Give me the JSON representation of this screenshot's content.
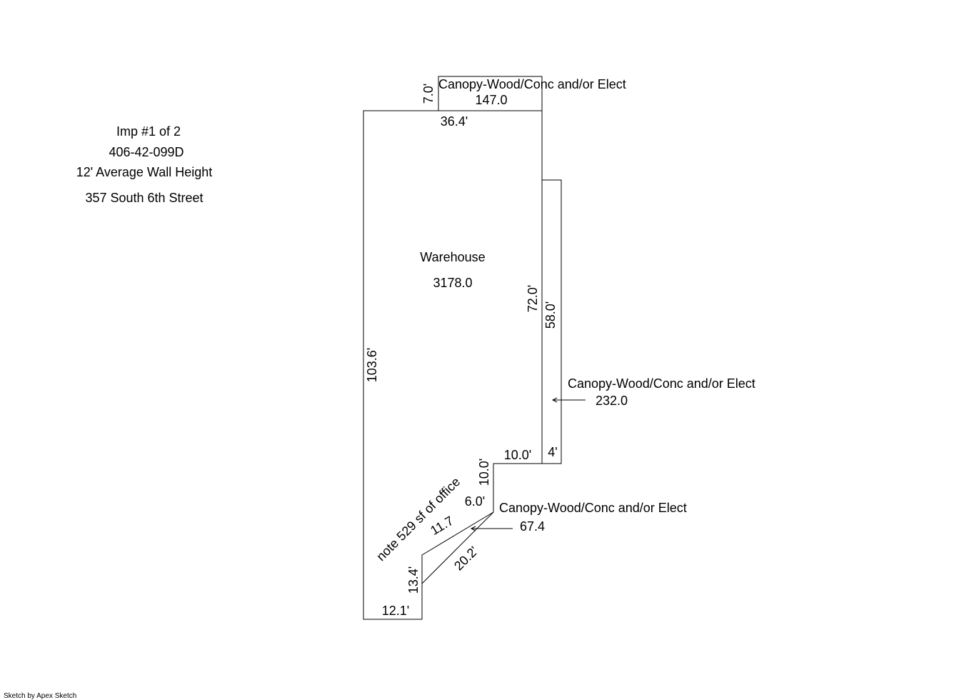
{
  "info": {
    "imp": "Imp #1 of 2",
    "parcel": "406-42-099D",
    "wall_height": "12' Average Wall Height",
    "address": "357 South 6th Street"
  },
  "warehouse": {
    "name": "Warehouse",
    "area": "3178.0",
    "note": "note 529 sf of office"
  },
  "canopy_top": {
    "name": "Canopy-Wood/Conc and/or Elect",
    "area": "147.0"
  },
  "canopy_right": {
    "name": "Canopy-Wood/Conc and/or Elect",
    "area": "232.0"
  },
  "canopy_bottom": {
    "name": "Canopy-Wood/Conc and/or Elect",
    "area": "67.4"
  },
  "dimensions": {
    "top_canopy_height": "7.0'",
    "top_width": "36.4'",
    "right_wall": "72.0'",
    "right_canopy_length": "58.0'",
    "left_wall": "103.6'",
    "step_width": "10.0'",
    "right_canopy_width": "4'",
    "step_height": "10.0'",
    "small_step": "6.0'",
    "diagonal": "11.7",
    "canopy_diagonal": "20.2'",
    "lower_left": "13.4'",
    "bottom_width": "12.1'"
  },
  "credit": "Sketch by Apex Sketch"
}
